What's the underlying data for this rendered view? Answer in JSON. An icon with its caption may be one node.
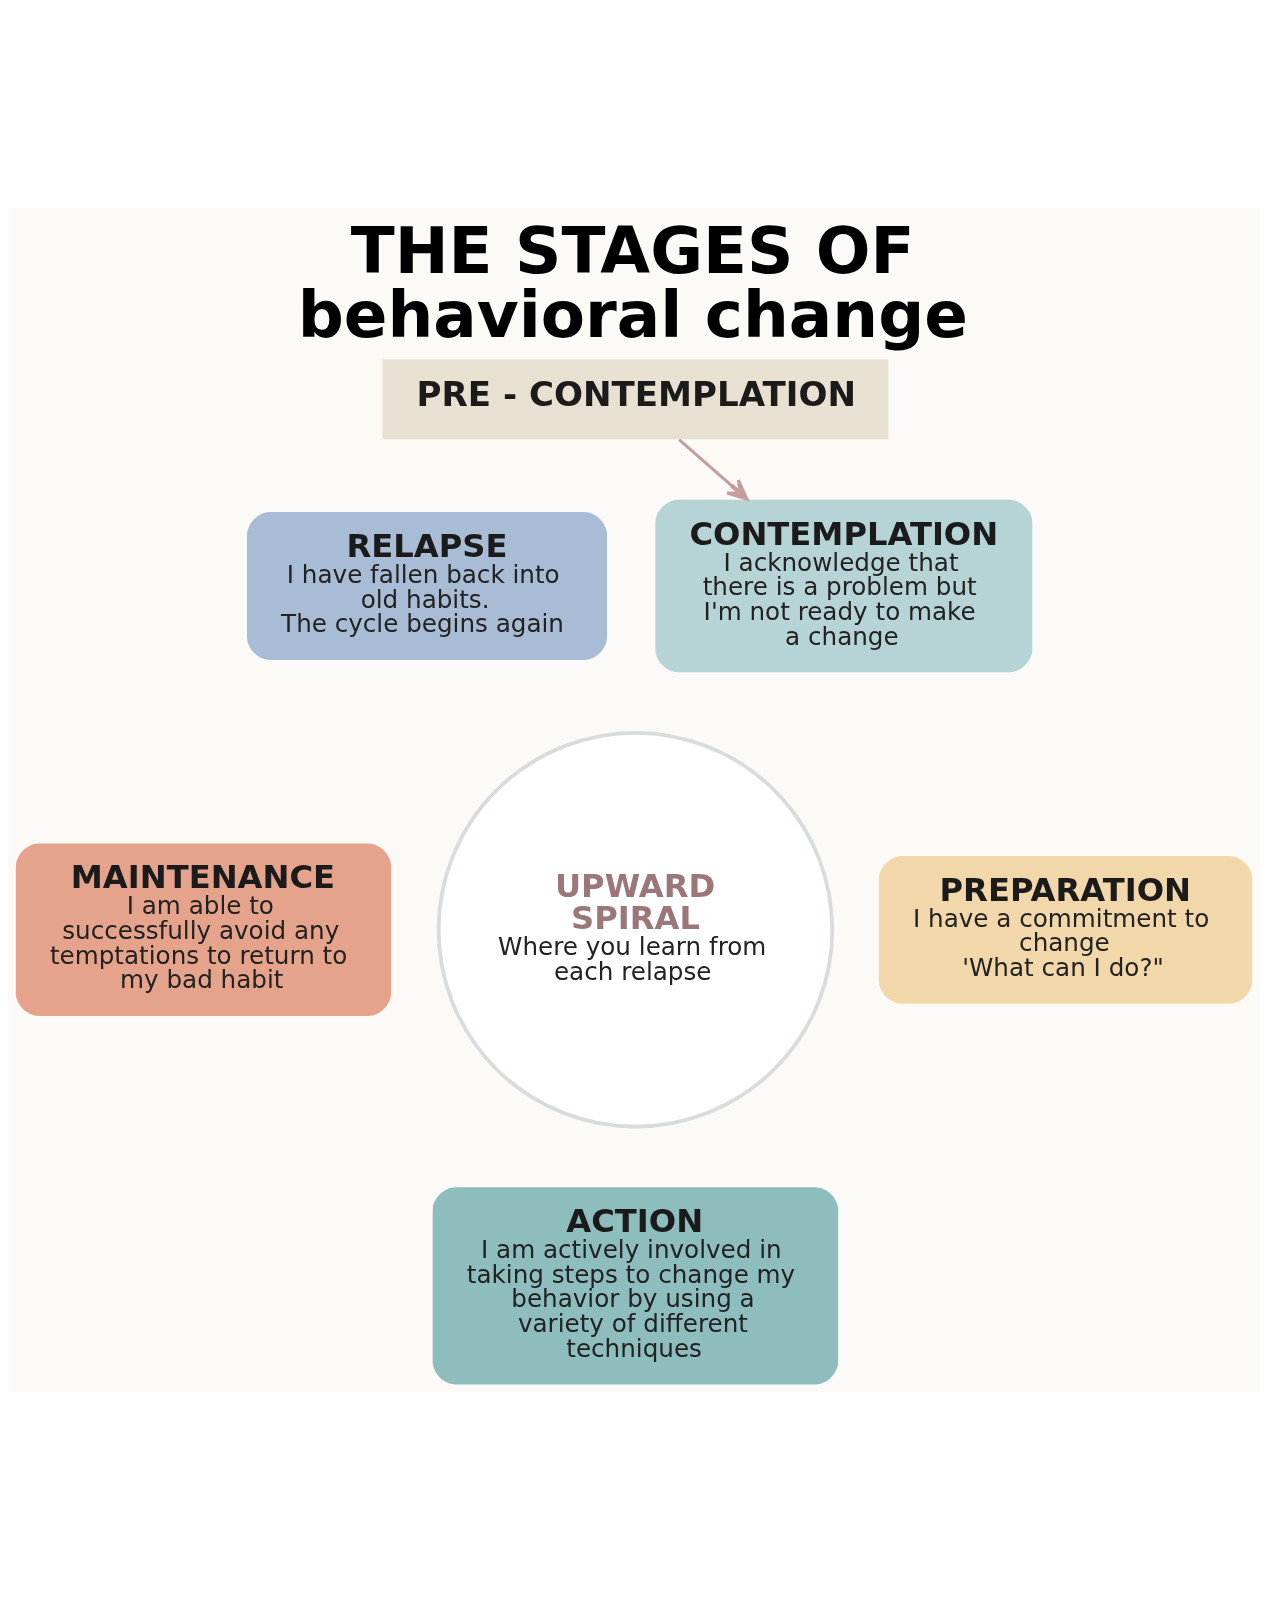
{
  "diagram": {
    "title": "THE STAGES OF behavioral change",
    "nodes": [
      {
        "text": [
          "PRE - CONTEMPLATION"
        ]
      },
      {
        "text": [
          "RELAPSE",
          "I have fallen back into old habits.",
          "The cycle begins again"
        ]
      },
      {
        "text": [
          "CONTEMPLATION",
          "I acknowledge that there is a problem but I'm not ready to make a change"
        ]
      },
      {
        "text": [
          "UPWARD SPIRAL",
          "Where you learn from each relapse"
        ]
      },
      {
        "text": [
          "MAINTENANCE",
          "I am able to successfully avoid any temptations to return to my bad habit"
        ]
      },
      {
        "text": [
          "PREPARATION",
          "I have a commitment to change",
          "'What can I do?\""
        ]
      },
      {
        "text": [
          "ACTION",
          "I am actively involved in taking steps to change my behavior by using a variety of different techniques"
        ]
      }
    ],
    "edges": [
      {
        "from": 0,
        "to": 2,
        "arrow": "to"
      }
    ]
  }
}
